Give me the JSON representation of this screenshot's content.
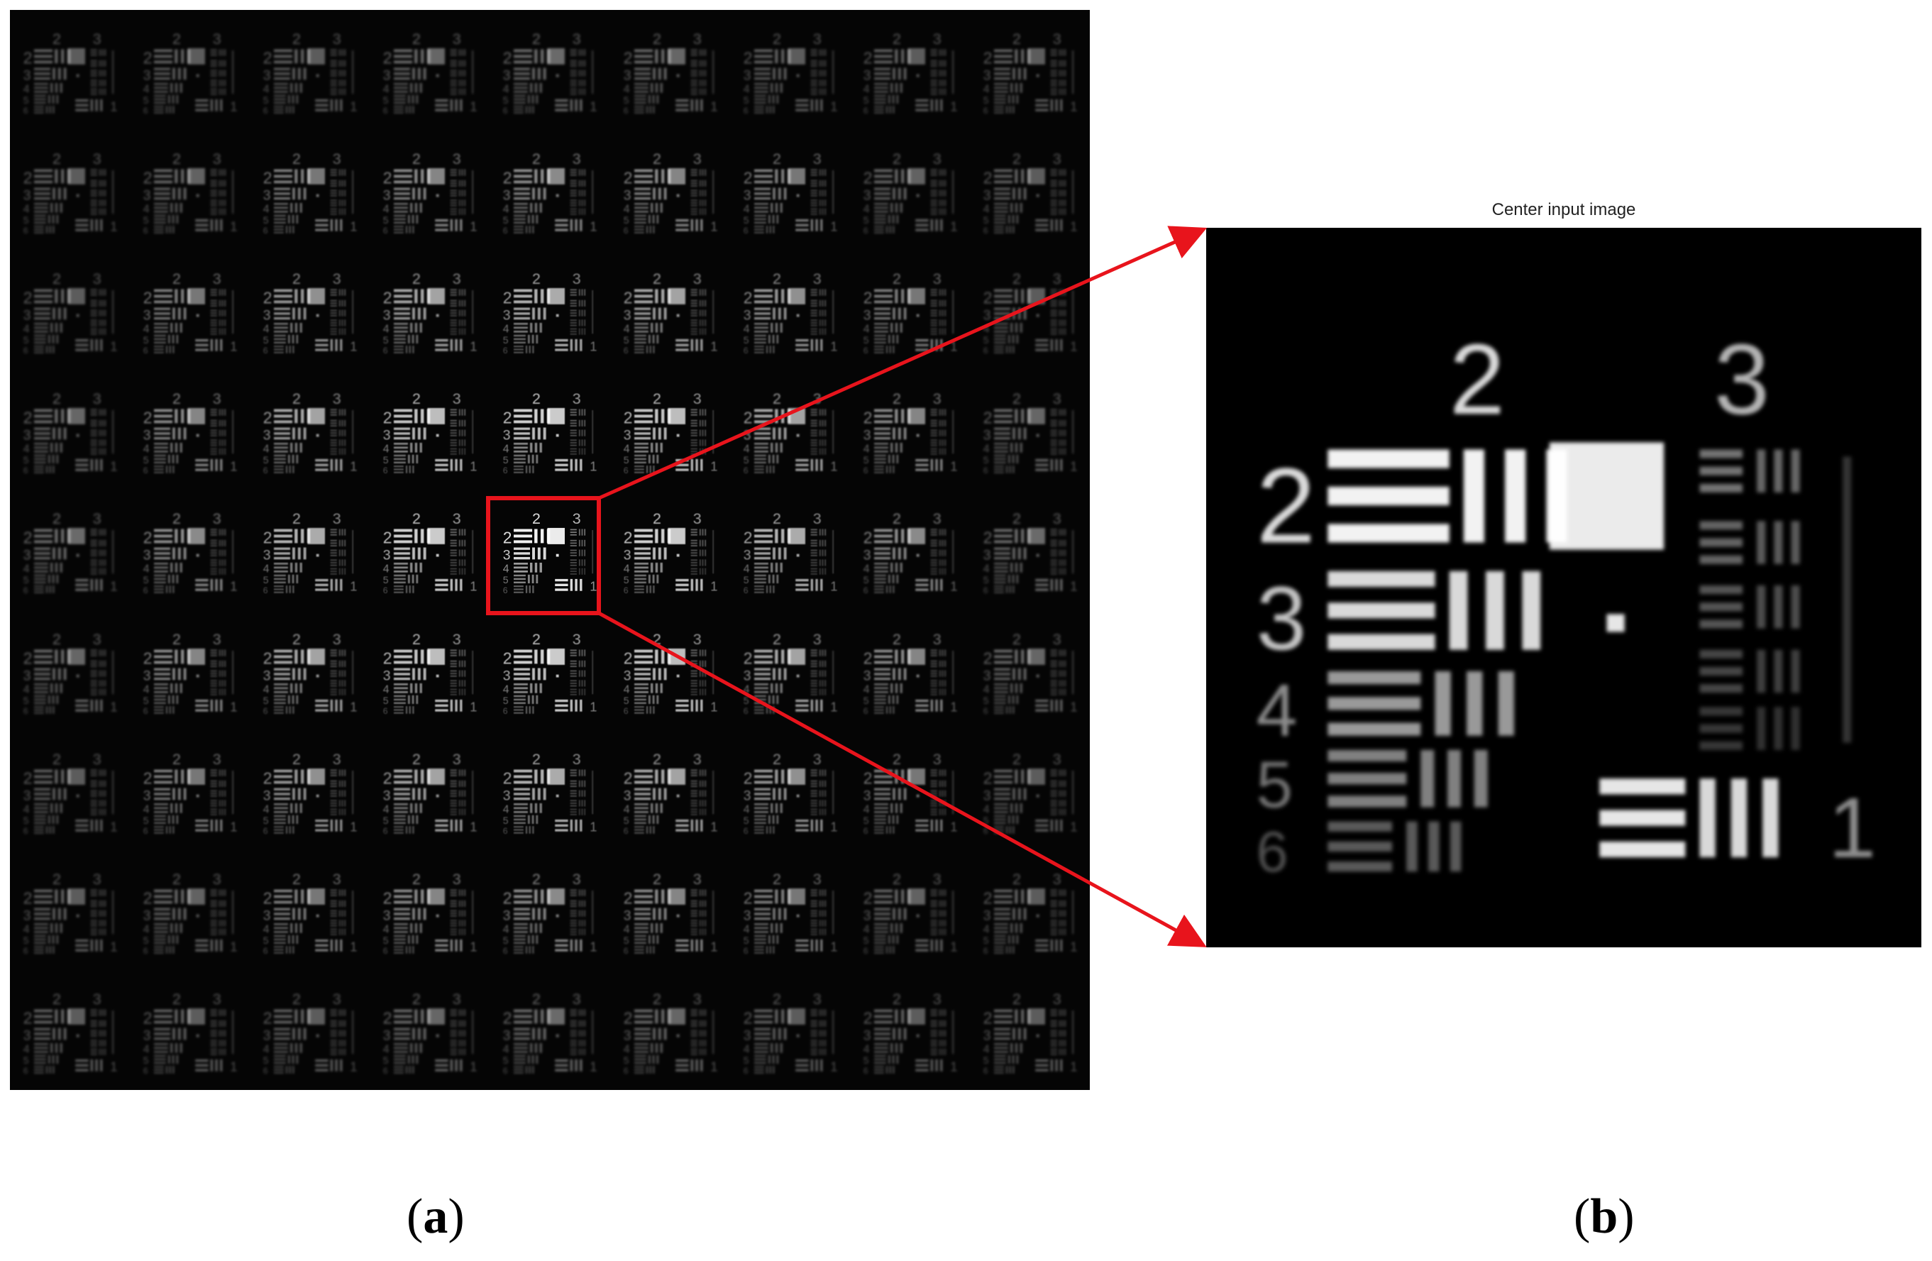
{
  "grid": {
    "rows": 9,
    "cols": 9,
    "selected_row": 4,
    "selected_col": 4
  },
  "zoom": {
    "title": "Center input image"
  },
  "labels": {
    "a": "a",
    "b": "b"
  },
  "chart_labels": {
    "group_left": "2",
    "group_right": "3",
    "elements": [
      "2",
      "3",
      "4",
      "5",
      "6"
    ],
    "corner_element": "1"
  },
  "colors": {
    "highlight": "#e8141c",
    "background": "#000000",
    "foreground": "#ffffff"
  }
}
